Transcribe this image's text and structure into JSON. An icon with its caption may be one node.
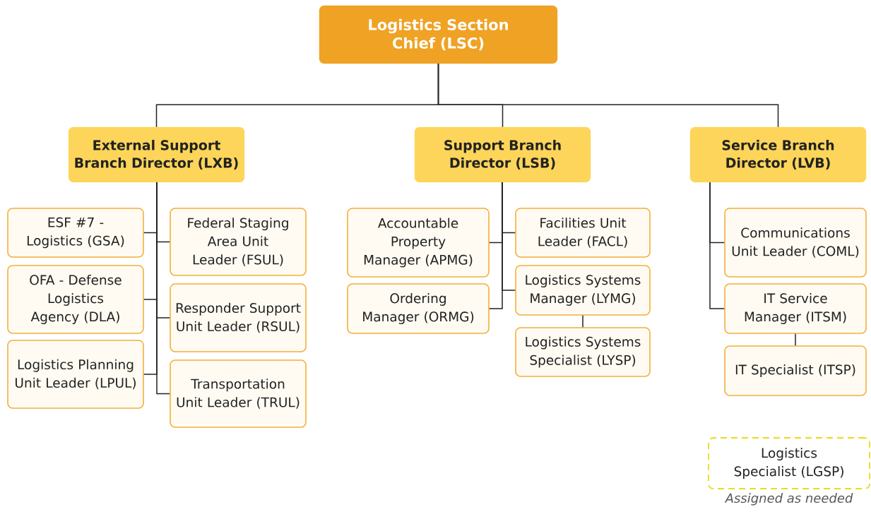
{
  "diagram": {
    "nodes": [
      {
        "text": [
          "Logistics Section Chief (LSC)"
        ]
      },
      {
        "text": [
          "External Support Branch Director (LXB)"
        ]
      },
      {
        "text": [
          "Support Branch Director (LSB)"
        ]
      },
      {
        "text": [
          "Service Branch Director (LVB)"
        ]
      },
      {
        "text": [
          "ESF #7 - Logistics (GSA)"
        ]
      },
      {
        "text": [
          "Federal Staging Area Unit Leader (FSUL)"
        ]
      },
      {
        "text": [
          "OFA - Defense Logistics Agency (DLA)"
        ]
      },
      {
        "text": [
          "Responder Support Unit Leader (RSUL)"
        ]
      },
      {
        "text": [
          "Logistics Planning Unit Leader (LPUL)"
        ]
      },
      {
        "text": [
          "Transportation Unit Leader (TRUL)"
        ]
      },
      {
        "text": [
          "Accountable Property Manager (APMG)"
        ]
      },
      {
        "text": [
          "Facilities Unit Leader (FACL)"
        ]
      },
      {
        "text": [
          "Ordering Manager (ORMG)"
        ]
      },
      {
        "text": [
          "Logistics Systems Manager (LYMG)"
        ]
      },
      {
        "text": [
          "Logistics Systems Specialist (LYSP)"
        ]
      },
      {
        "text": [
          "Communications Unit Leader (COML)"
        ]
      },
      {
        "text": [
          "IT Service Manager (ITSM)"
        ]
      },
      {
        "text": [
          "IT Specialist (ITSP)"
        ]
      },
      {
        "text": [
          "Logistics Specialist (LGSP)"
        ],
        "beside": [
          "Assigned as needed"
        ]
      }
    ],
    "edges": [
      {
        "from": 0,
        "to": 1,
        "arrow": "none"
      },
      {
        "from": 0,
        "to": 2,
        "arrow": "none"
      },
      {
        "from": 0,
        "to": 3,
        "arrow": "none"
      },
      {
        "from": 1,
        "to": 4,
        "arrow": "none"
      },
      {
        "from": 1,
        "to": 5,
        "arrow": "none"
      },
      {
        "from": 1,
        "to": 6,
        "arrow": "none"
      },
      {
        "from": 1,
        "to": 7,
        "arrow": "none"
      },
      {
        "from": 1,
        "to": 8,
        "arrow": "none"
      },
      {
        "from": 1,
        "to": 9,
        "arrow": "none"
      },
      {
        "from": 2,
        "to": 10,
        "arrow": "none"
      },
      {
        "from": 2,
        "to": 11,
        "arrow": "none"
      },
      {
        "from": 2,
        "to": 12,
        "arrow": "none"
      },
      {
        "from": 2,
        "to": 13,
        "arrow": "none"
      },
      {
        "from": 13,
        "to": 14,
        "arrow": "none"
      },
      {
        "from": 3,
        "to": 15,
        "arrow": "none"
      },
      {
        "from": 3,
        "to": 16,
        "arrow": "none"
      },
      {
        "from": 16,
        "to": 17,
        "arrow": "none"
      }
    ]
  }
}
